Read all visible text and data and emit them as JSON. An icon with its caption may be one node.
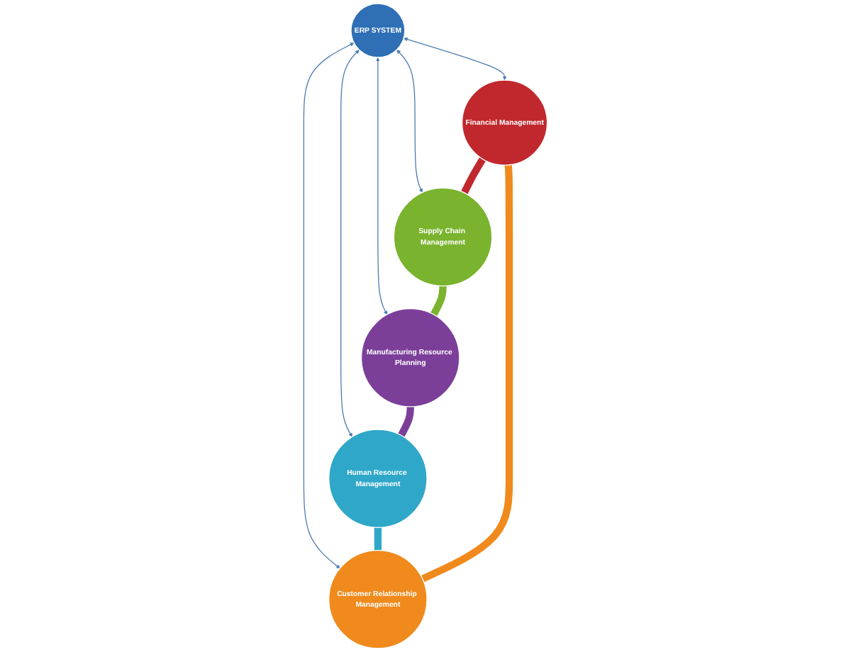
{
  "diagram": {
    "nodes": [
      {
        "text": [
          "ERP SYSTEM"
        ]
      },
      {
        "text": [
          "Financial Management"
        ]
      },
      {
        "text": [
          "Supply Chain Management"
        ]
      },
      {
        "text": [
          "Manufacturing Resource Planning"
        ]
      },
      {
        "text": [
          "Human Resource Management"
        ]
      },
      {
        "text": [
          "Customer Relationship Management"
        ]
      }
    ],
    "edges": [
      {
        "from": 0,
        "to": 1,
        "arrow": "both"
      },
      {
        "from": 0,
        "to": 2,
        "arrow": "both"
      },
      {
        "from": 0,
        "to": 3,
        "arrow": "both"
      },
      {
        "from": 0,
        "to": 4,
        "arrow": "both"
      },
      {
        "from": 0,
        "to": 5,
        "arrow": "both"
      },
      {
        "from": 1,
        "to": 2,
        "arrow": "none",
        "style": "thick",
        "color": "#c0282d"
      },
      {
        "from": 2,
        "to": 3,
        "arrow": "none",
        "style": "thick",
        "color": "#7ab32e"
      },
      {
        "from": 3,
        "to": 4,
        "arrow": "none",
        "style": "thick",
        "color": "#7b3f99"
      },
      {
        "from": 4,
        "to": 5,
        "arrow": "none",
        "style": "thick",
        "color": "#2fa7c9"
      },
      {
        "from": 5,
        "to": 1,
        "arrow": "none",
        "style": "thick",
        "color": "#f08a1c"
      }
    ]
  }
}
